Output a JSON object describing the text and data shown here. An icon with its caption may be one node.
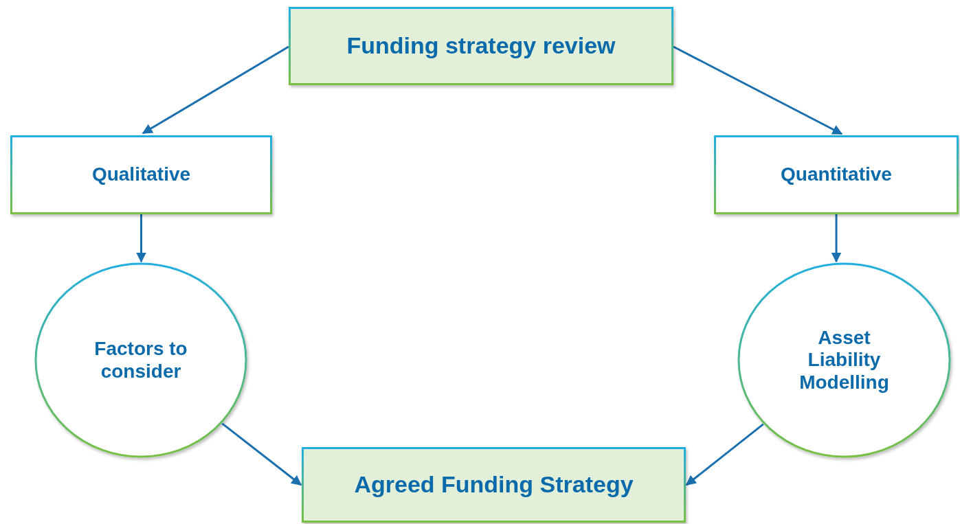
{
  "diagram": {
    "nodes": [
      {
        "text": [
          "Funding strategy review"
        ]
      },
      {
        "text": [
          "Qualitative"
        ]
      },
      {
        "text": [
          "Quantitative"
        ]
      },
      {
        "text": [
          "Factors to consider"
        ]
      },
      {
        "text": [
          "Asset Liability Modelling"
        ]
      },
      {
        "text": [
          "Agreed Funding Strategy"
        ]
      }
    ],
    "edges": [
      {
        "from": 0,
        "to": 1,
        "arrow": "to"
      },
      {
        "from": 0,
        "to": 2,
        "arrow": "to"
      },
      {
        "from": 1,
        "to": 3,
        "arrow": "to"
      },
      {
        "from": 2,
        "to": 4,
        "arrow": "to"
      },
      {
        "from": 3,
        "to": 5,
        "arrow": "to"
      },
      {
        "from": 4,
        "to": 5,
        "arrow": "to"
      }
    ]
  }
}
